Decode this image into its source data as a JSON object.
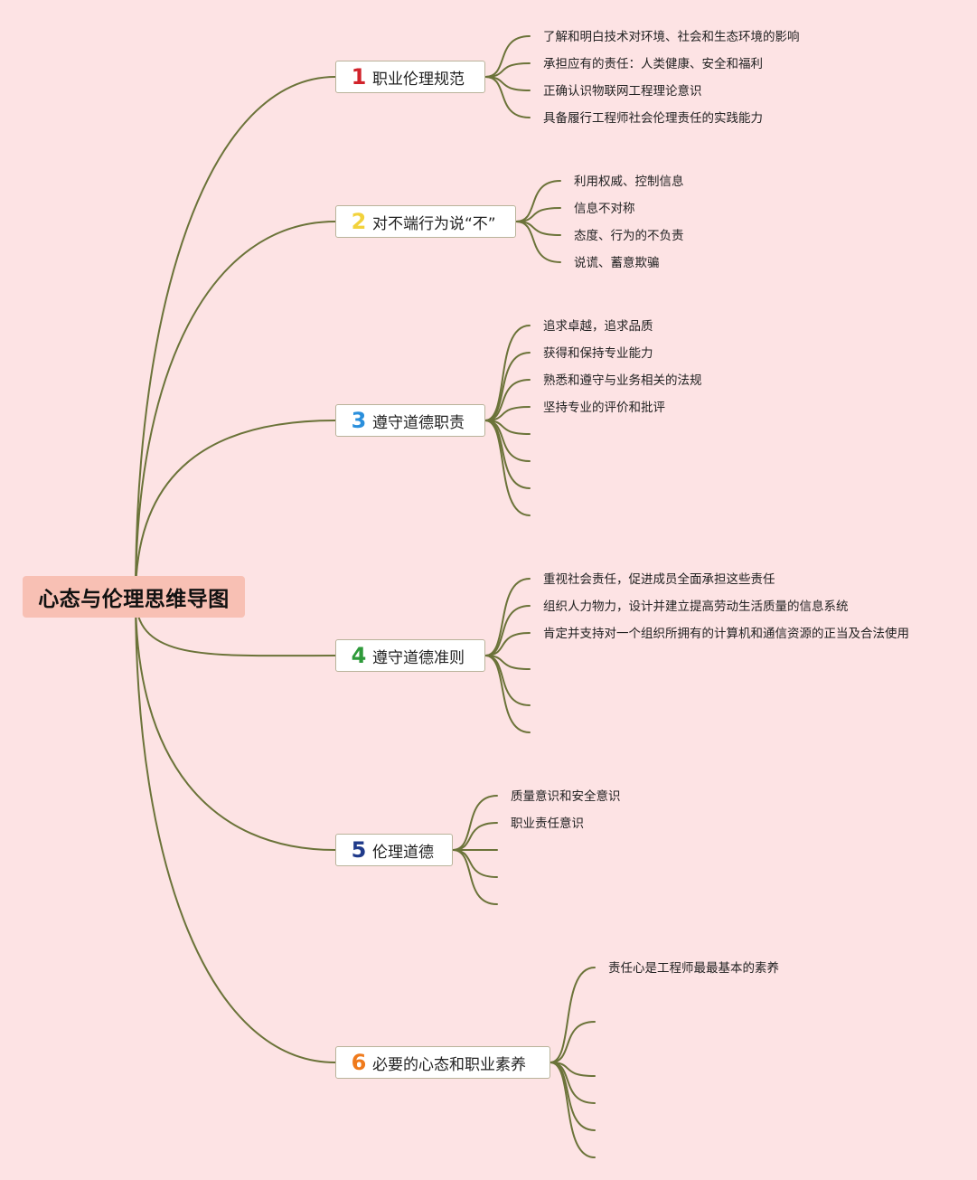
{
  "title": "心态与伦理思维导图",
  "colors": {
    "background": "#fde3e4",
    "line": "#6b7339",
    "root_fill": "#f8c0b4",
    "num1": "#d1232b",
    "num2": "#f2d23c",
    "num3": "#2a8fdc",
    "num4": "#2e9a3a",
    "num5": "#1f3a8a",
    "num6": "#ef7a1c"
  },
  "branches": [
    {
      "num": "1",
      "label": "职业伦理规范",
      "items": [
        "了解和明白技术对环境、社会和生态环境的影响",
        "承担应有的责任：人类健康、安全和福利",
        "正确认识物联网工程理论意识",
        "具备履行工程师社会伦理责任的实践能力"
      ]
    },
    {
      "num": "2",
      "label": "对不端行为说“不”",
      "items": [
        "利用权威、控制信息",
        "信息不对称",
        "态度、行为的不负责",
        "说谎、蓄意欺骗"
      ]
    },
    {
      "num": "3",
      "label": "遵守道德职责",
      "items": [
        "追求卓越，追求品质",
        "获得和保持专业能力",
        "熟悉和遵守与业务相关的法规",
        "坚持专业的评价和批评"
      ]
    },
    {
      "num": "4",
      "label": "遵守道德准则",
      "items": [
        "重视社会责任，促进成员全面承担这些责任",
        "组织人力物力，设计并建立提高劳动生活质量的信息系统",
        "肯定并支持对一个组织所拥有的计算机和通信资源的正当及合法使用"
      ]
    },
    {
      "num": "5",
      "label": "伦理道德",
      "items": [
        "质量意识和安全意识",
        "职业责任意识"
      ]
    },
    {
      "num": "6",
      "label": "必要的心态和职业素养",
      "items": [
        "责任心是工程师最最基本的素养"
      ]
    }
  ]
}
